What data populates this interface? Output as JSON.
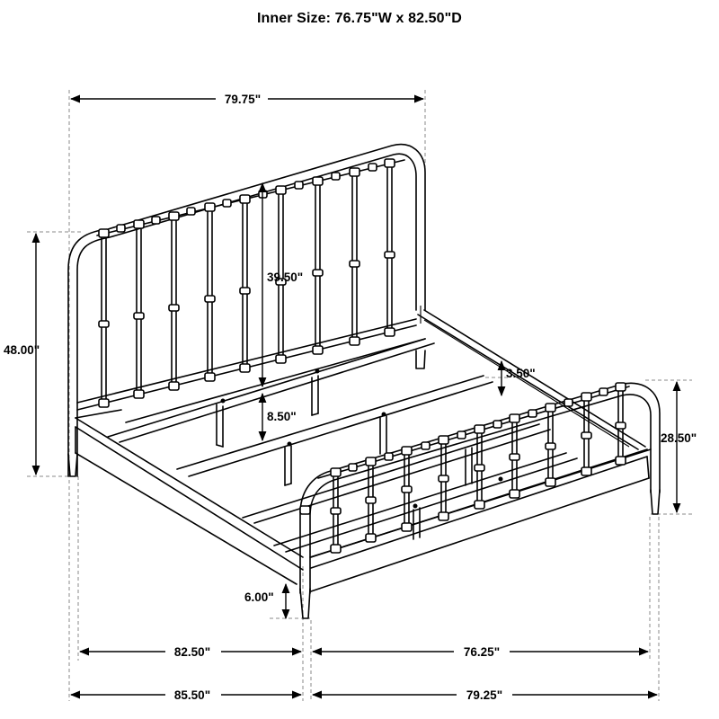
{
  "diagram": {
    "title": "Inner Size: 76.75\"W x 82.50\"D",
    "dimensions": {
      "headboard_width": "79.75\"",
      "headboard_height": "39.50\"",
      "total_height": "48.00\"",
      "rail_clearance": "8.50\"",
      "rail_height": "3.50\"",
      "footboard_height": "28.50\"",
      "leg_height": "6.00\"",
      "inner_length": "82.50\"",
      "inner_width": "76.25\"",
      "overall_length": "85.50\"",
      "overall_width": "79.25\""
    }
  }
}
